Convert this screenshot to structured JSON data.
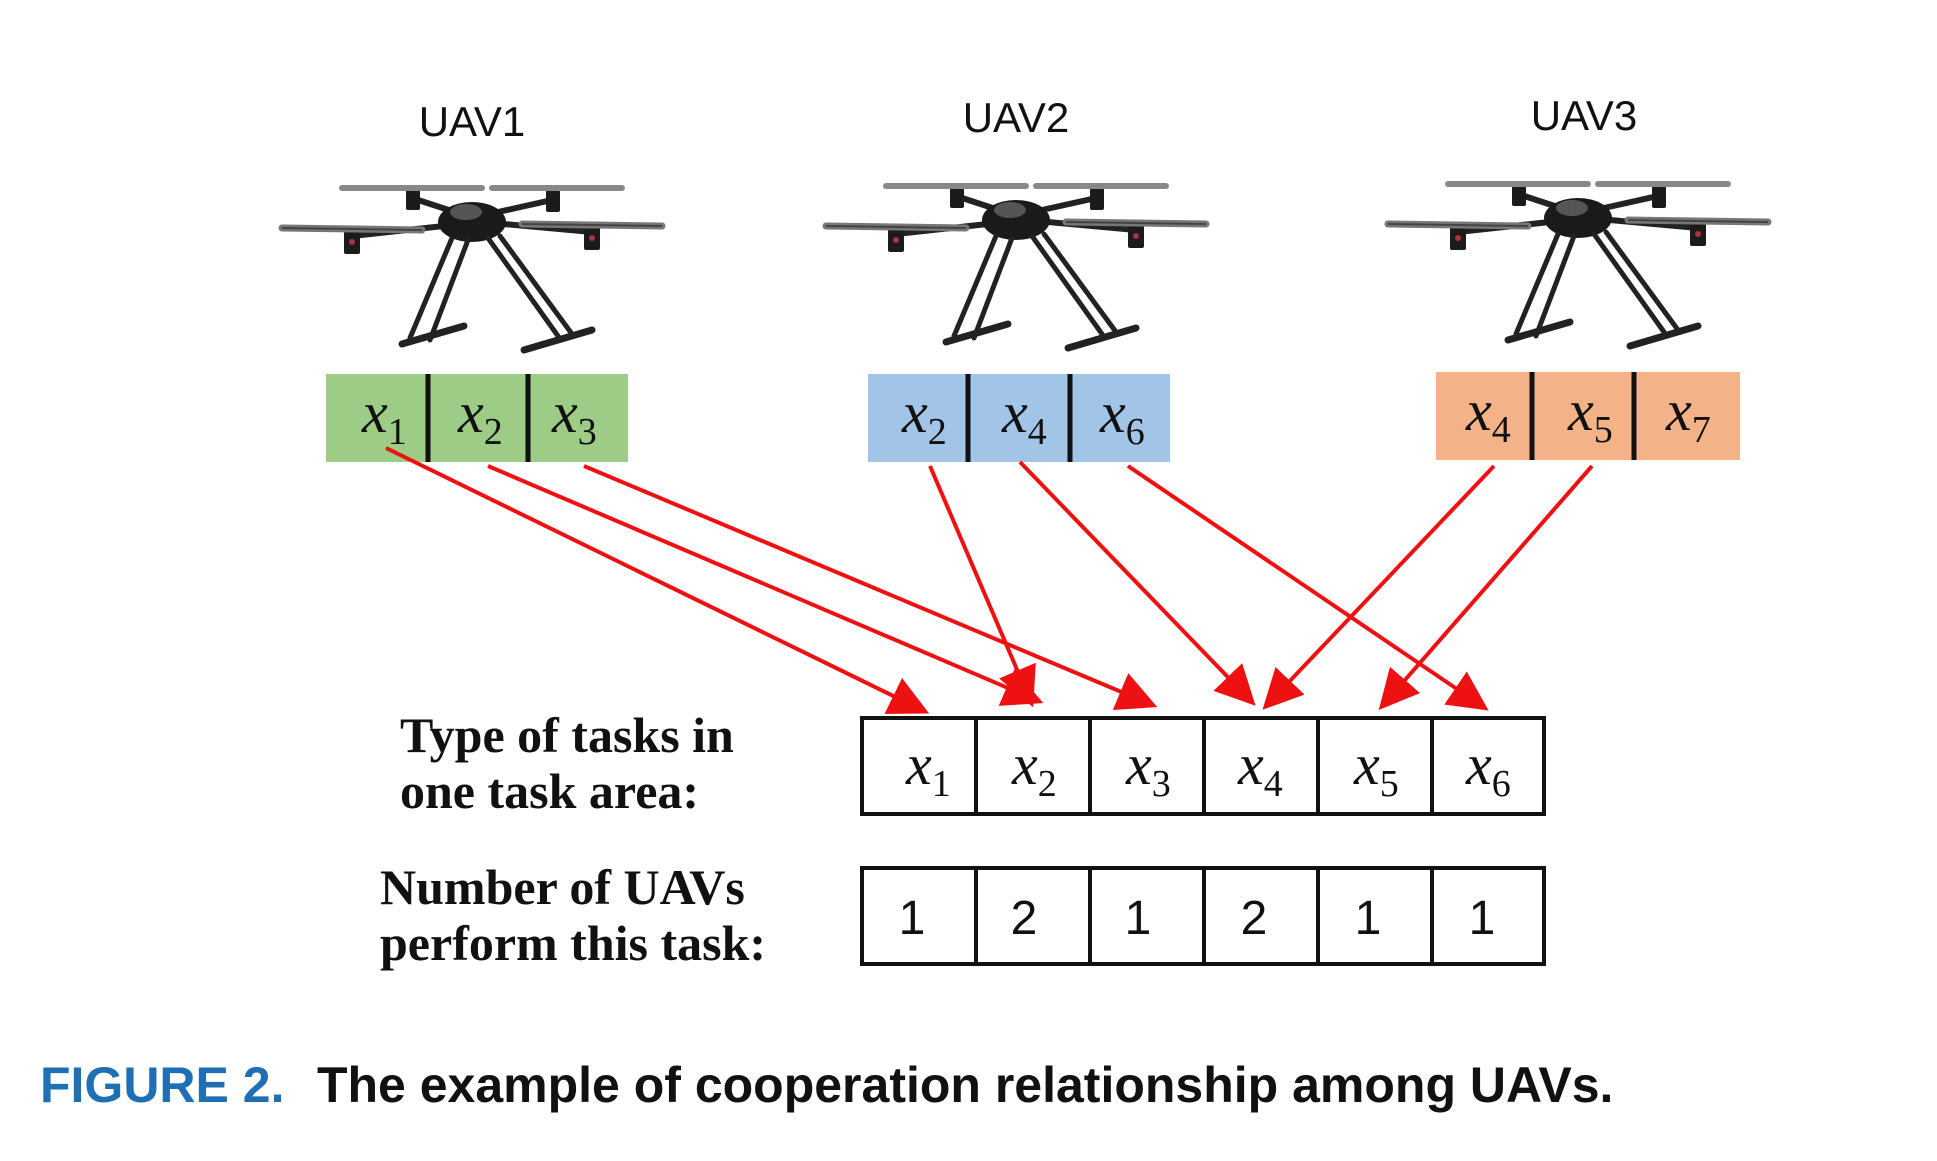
{
  "uavs": [
    {
      "label": "UAV1",
      "color": "#9ccc86",
      "tasks": [
        {
          "base": "x",
          "sub": "1"
        },
        {
          "base": "x",
          "sub": "2"
        },
        {
          "base": "x",
          "sub": "3"
        }
      ]
    },
    {
      "label": "UAV2",
      "color": "#a2c4e6",
      "tasks": [
        {
          "base": "x",
          "sub": "2"
        },
        {
          "base": "x",
          "sub": "4"
        },
        {
          "base": "x",
          "sub": "6"
        }
      ]
    },
    {
      "label": "UAV3",
      "color": "#f3b287",
      "tasks": [
        {
          "base": "x",
          "sub": "4"
        },
        {
          "base": "x",
          "sub": "5"
        },
        {
          "base": "x",
          "sub": "7"
        }
      ]
    }
  ],
  "task_area": {
    "label_lines": [
      "Type of tasks in",
      "one task area:"
    ],
    "tasks": [
      {
        "base": "x",
        "sub": "1"
      },
      {
        "base": "x",
        "sub": "2"
      },
      {
        "base": "x",
        "sub": "3"
      },
      {
        "base": "x",
        "sub": "4"
      },
      {
        "base": "x",
        "sub": "5"
      },
      {
        "base": "x",
        "sub": "6"
      }
    ]
  },
  "uav_count": {
    "label_lines": [
      "Number of UAVs",
      "perform this task:"
    ],
    "values": [
      "1",
      "2",
      "1",
      "2",
      "1",
      "1"
    ]
  },
  "assignments": [
    {
      "uav": 0,
      "task": "1"
    },
    {
      "uav": 0,
      "task": "2"
    },
    {
      "uav": 0,
      "task": "3"
    },
    {
      "uav": 1,
      "task": "2"
    },
    {
      "uav": 1,
      "task": "4"
    },
    {
      "uav": 1,
      "task": "6"
    },
    {
      "uav": 2,
      "task": "4"
    },
    {
      "uav": 2,
      "task": "5"
    }
  ],
  "arrow_color": "#ee1111",
  "caption": {
    "figure_label": "FIGURE 2.",
    "text": "The example of cooperation relationship among UAVs.",
    "figure_color": "#1f6fb5"
  }
}
